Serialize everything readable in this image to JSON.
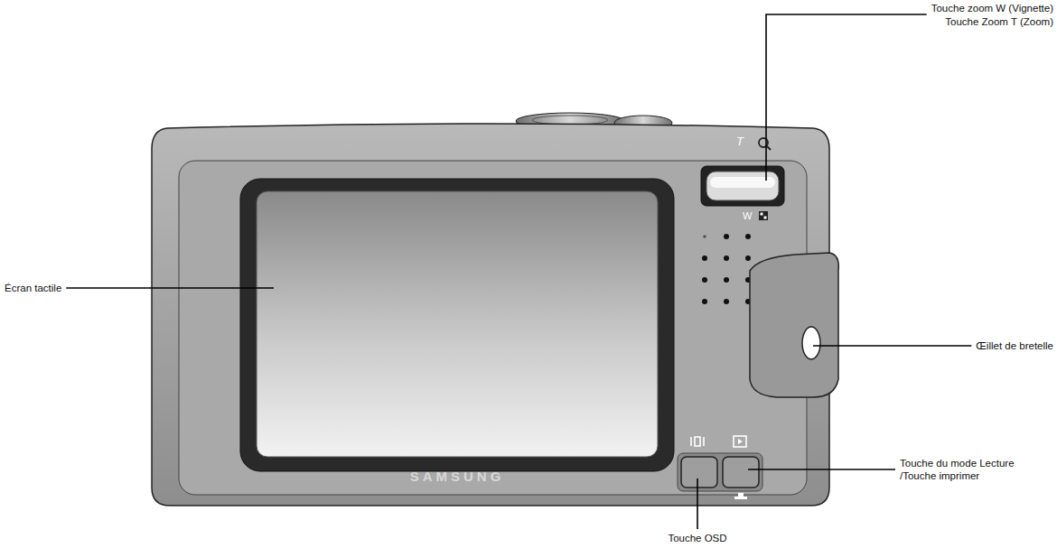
{
  "diagram": {
    "labels": [
      "Touche zoom W (Vignette)",
      "Touche Zoom T (Zoom)",
      "T",
      "W",
      "Écran tactile",
      "Œillet de bretelle",
      "SAMSUNG",
      "Touche du mode Lecture /Touche imprimer",
      "Touche OSD"
    ]
  }
}
